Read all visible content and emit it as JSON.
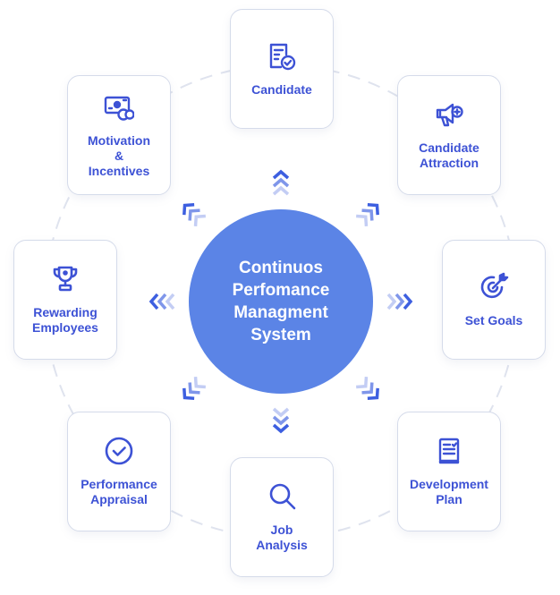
{
  "center": {
    "title": "Continuos\nPerfomance\nManagment\nSystem",
    "color": "#5b84e6"
  },
  "accent_color": "#3d52d5",
  "nodes": [
    {
      "id": "candidate",
      "label": "Candidate",
      "icon": "document-check-icon"
    },
    {
      "id": "candidate-attraction",
      "label": "Candidate\nAttraction",
      "icon": "megaphone-plus-icon"
    },
    {
      "id": "set-goals",
      "label": "Set Goals",
      "icon": "target-arrow-icon"
    },
    {
      "id": "development-plan",
      "label": "Development\nPlan",
      "icon": "notebook-icon"
    },
    {
      "id": "job-analysis",
      "label": "Job\nAnalysis",
      "icon": "search-icon"
    },
    {
      "id": "performance-appraisal",
      "label": "Performance\nAppraisal",
      "icon": "check-circle-icon"
    },
    {
      "id": "rewarding-employees",
      "label": "Rewarding\nEmployees",
      "icon": "trophy-icon"
    },
    {
      "id": "motivation-incentives",
      "label": "Motivation\n&\nIncentives",
      "icon": "money-coins-icon"
    }
  ]
}
